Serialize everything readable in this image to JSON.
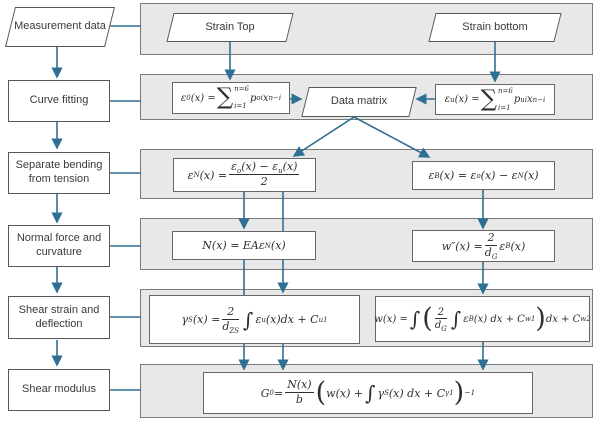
{
  "colors": {
    "accent_arrow": "#2e6f93",
    "band_fill": "#e9e8e8",
    "band_border": "#7b7b7b",
    "box_border": "#5f5f5f",
    "text": "#3a3a3a"
  },
  "process_steps": [
    {
      "label": "Measurement data"
    },
    {
      "label": "Curve fitting"
    },
    {
      "label": "Separate bending from tension"
    },
    {
      "label": "Normal force and curvature"
    },
    {
      "label": "Shear strain and deflection"
    },
    {
      "label": "Shear modulus"
    }
  ],
  "data_nodes": {
    "strain_top": "Strain Top",
    "strain_bottom": "Strain bottom",
    "data_matrix": "Data matrix"
  },
  "formulas": {
    "eps0": [
      {
        "t": "v",
        "v": "ε"
      },
      {
        "t": "sb",
        "v": "0"
      },
      {
        "t": "v",
        "v": "(x) = "
      },
      {
        "t": "sum",
        "up": "n=6",
        "lo": "i=1"
      },
      {
        "t": "v",
        "v": "p"
      },
      {
        "t": "sb",
        "v": "oi"
      },
      {
        "t": "v",
        "v": "x"
      },
      {
        "t": "sp",
        "v": "n−i"
      }
    ],
    "epsu": [
      {
        "t": "v",
        "v": "ε"
      },
      {
        "t": "sb",
        "v": "u"
      },
      {
        "t": "v",
        "v": "(x) = "
      },
      {
        "t": "sum",
        "up": "n=6",
        "lo": "i=1"
      },
      {
        "t": "v",
        "v": "p"
      },
      {
        "t": "sb",
        "v": "ui"
      },
      {
        "t": "v",
        "v": "x"
      },
      {
        "t": "sp",
        "v": "n−i"
      }
    ],
    "epsN": [
      {
        "t": "v",
        "v": "ε"
      },
      {
        "t": "sb",
        "v": "N"
      },
      {
        "t": "v",
        "v": "(x) = "
      },
      {
        "t": "frac",
        "num": [
          {
            "t": "v",
            "v": "ε"
          },
          {
            "t": "sb",
            "v": "o"
          },
          {
            "t": "v",
            "v": "(x) − ε"
          },
          {
            "t": "sb",
            "v": "u"
          },
          {
            "t": "v",
            "v": "(x)"
          }
        ],
        "den": [
          {
            "t": "v",
            "v": "2"
          }
        ]
      }
    ],
    "epsB": [
      {
        "t": "v",
        "v": "ε"
      },
      {
        "t": "sb",
        "v": "B"
      },
      {
        "t": "v",
        "v": "(x) = ε"
      },
      {
        "t": "sb",
        "v": "o"
      },
      {
        "t": "v",
        "v": "(x) − ε"
      },
      {
        "t": "sb",
        "v": "N"
      },
      {
        "t": "v",
        "v": "(x)"
      }
    ],
    "N": [
      {
        "t": "v",
        "v": "N(x) = EAε"
      },
      {
        "t": "sb",
        "v": "N"
      },
      {
        "t": "v",
        "v": "(x)"
      }
    ],
    "wpp": [
      {
        "t": "v",
        "v": "w″(x) = "
      },
      {
        "t": "frac",
        "num": [
          {
            "t": "v",
            "v": "2"
          }
        ],
        "den": [
          {
            "t": "v",
            "v": "d"
          },
          {
            "t": "sb",
            "v": "G"
          }
        ]
      },
      {
        "t": "v",
        "v": " ε"
      },
      {
        "t": "sb",
        "v": "B"
      },
      {
        "t": "v",
        "v": "(x)"
      }
    ],
    "gammaS": [
      {
        "t": "v",
        "v": "γ"
      },
      {
        "t": "sb",
        "v": "S"
      },
      {
        "t": "v",
        "v": "(x) = "
      },
      {
        "t": "frac",
        "num": [
          {
            "t": "v",
            "v": "2"
          }
        ],
        "den": [
          {
            "t": "v",
            "v": "d"
          },
          {
            "t": "sb",
            "v": "ZS"
          }
        ]
      },
      {
        "t": "int"
      },
      {
        "t": "v",
        "v": " ε"
      },
      {
        "t": "sb",
        "v": "u"
      },
      {
        "t": "v",
        "v": "(x)dx + C"
      },
      {
        "t": "sb",
        "v": "u1"
      }
    ],
    "w": [
      {
        "t": "v",
        "v": "w(x) = "
      },
      {
        "t": "int"
      },
      {
        "t": "big",
        "v": "("
      },
      {
        "t": "frac",
        "num": [
          {
            "t": "v",
            "v": "2"
          }
        ],
        "den": [
          {
            "t": "v",
            "v": "d"
          },
          {
            "t": "sb",
            "v": "G"
          }
        ]
      },
      {
        "t": "int"
      },
      {
        "t": "v",
        "v": " ε"
      },
      {
        "t": "sb",
        "v": "B"
      },
      {
        "t": "v",
        "v": "(x) dx + C"
      },
      {
        "t": "sb",
        "v": "w1"
      },
      {
        "t": "big",
        "v": ")"
      },
      {
        "t": "v",
        "v": " dx + C"
      },
      {
        "t": "sb",
        "v": "w2"
      }
    ],
    "G0": [
      {
        "t": "v",
        "v": "G"
      },
      {
        "t": "sb",
        "v": "0"
      },
      {
        "t": "v",
        "v": " = "
      },
      {
        "t": "frac",
        "num": [
          {
            "t": "v",
            "v": "N(x)"
          }
        ],
        "den": [
          {
            "t": "v",
            "v": "b"
          }
        ]
      },
      {
        "t": "big",
        "v": "("
      },
      {
        "t": "v",
        "v": " w(x) + "
      },
      {
        "t": "int"
      },
      {
        "t": "v",
        "v": " γ"
      },
      {
        "t": "sb",
        "v": "S"
      },
      {
        "t": "v",
        "v": "(x) dx + C"
      },
      {
        "t": "sb",
        "v": "γ1"
      },
      {
        "t": "big",
        "v": ")"
      },
      {
        "t": "sp",
        "v": "−1",
        "raise": true
      }
    ]
  }
}
